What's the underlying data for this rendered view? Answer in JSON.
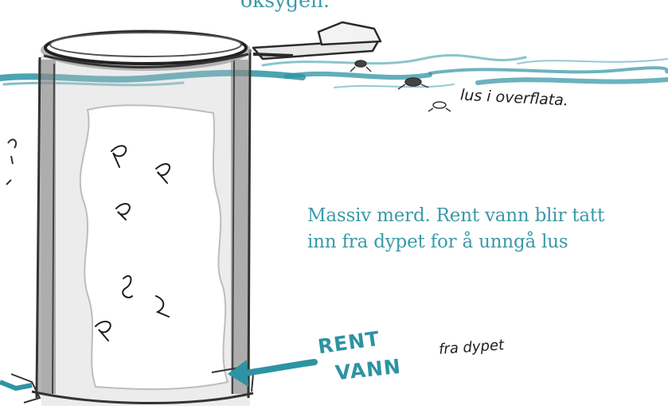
{
  "texts": {
    "top_word": "oksygen.",
    "lice_label": "lus i overflata.",
    "caption_line1": "Massiv merd. Rent vann blir tatt",
    "caption_line2": "inn fra dypet for å unngå lus",
    "clean_water_1": "RENT",
    "clean_water_2": "VANN",
    "from_depth": "fra dypet"
  },
  "colors": {
    "accent_teal": "#3a9aa8",
    "water_teal": "#2d93a3",
    "pencil_dark": "#333333",
    "pencil_light": "#8c8c8c"
  },
  "icons": {
    "fish": "fish-sketch-icon",
    "louse": "sea-louse-icon",
    "boat": "boat-sketch-icon"
  }
}
